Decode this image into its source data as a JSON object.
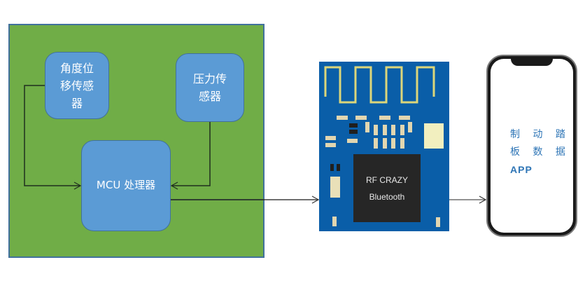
{
  "diagram": {
    "title": "",
    "nodes": {
      "angle_sensor": {
        "lines": [
          "角度位",
          "移传感",
          "器"
        ]
      },
      "pressure_sensor": {
        "lines": [
          "压力传",
          "感器"
        ]
      },
      "mcu": {
        "label": "MCU 处理器"
      },
      "bluetooth_module": {
        "chip_line1": "RF CRAZY",
        "chip_line2": "Bluetooth"
      },
      "phone_app": {
        "lines": [
          "制 动 踏",
          "板 数 据",
          "APP"
        ]
      }
    },
    "edges": [
      {
        "from": "angle_sensor",
        "to": "mcu"
      },
      {
        "from": "pressure_sensor",
        "to": "mcu"
      },
      {
        "from": "mcu",
        "to": "bluetooth_module"
      },
      {
        "from": "bluetooth_module",
        "to": "phone_app"
      }
    ],
    "colors": {
      "panel_green": "#70ad47",
      "node_blue": "#5b9bd5",
      "node_border": "#41719c",
      "pcb_blue": "#0a5ea8",
      "antenna_yellow": "#dcd67a",
      "chip_black": "#262626",
      "app_text_blue": "#2e75b6"
    }
  }
}
